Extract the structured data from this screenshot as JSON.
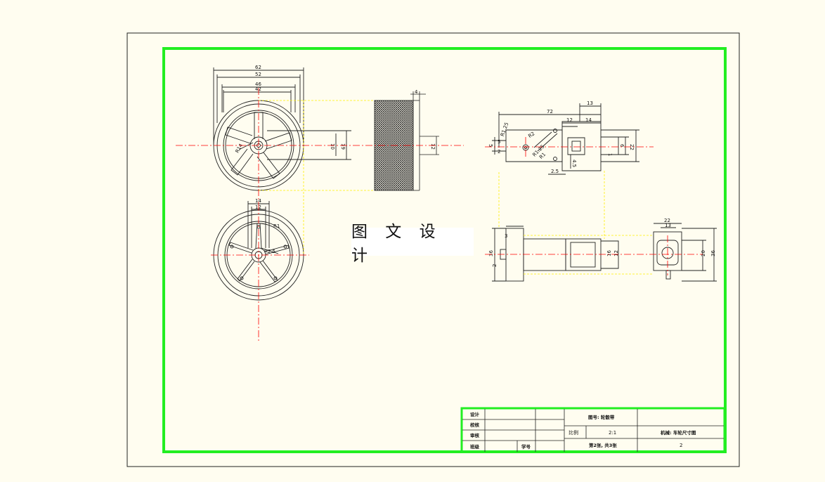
{
  "colors": {
    "background": "#fffdf0",
    "frame": "#22ee22",
    "line": "#222222",
    "center_line": "#ff0000",
    "projection_line": "#ffee00",
    "hatch": "#222222"
  },
  "watermark": "图 文 设 计",
  "dims": {
    "wheel_front": [
      "62",
      "52",
      "46",
      "42",
      "10",
      "19",
      "R14"
    ],
    "tire_section": [
      "4",
      "12"
    ],
    "wheel_back": [
      "14",
      "12",
      "R1",
      "R2.5"
    ],
    "side_view": [
      "72",
      "13",
      "12",
      "14",
      "R1.25",
      "R2",
      "R1.25",
      "R1",
      "5",
      "5",
      "2",
      "6",
      "22",
      "4.5",
      "1",
      "2.5"
    ],
    "top_view": [
      "3",
      "36",
      "2",
      "22",
      "13",
      "16",
      "12",
      "20",
      "36"
    ]
  },
  "title_block": {
    "row_labels": [
      "设计",
      "校核",
      "审核",
      "班级"
    ],
    "class_suffix": "学号",
    "material": "图号: 轮毂带",
    "ratio_label": "比例",
    "ratio_value": "2:1",
    "drawing_name": "机械: 车轮尺寸图",
    "sheet": "第2张, 共3张",
    "sheet_no": "2"
  }
}
